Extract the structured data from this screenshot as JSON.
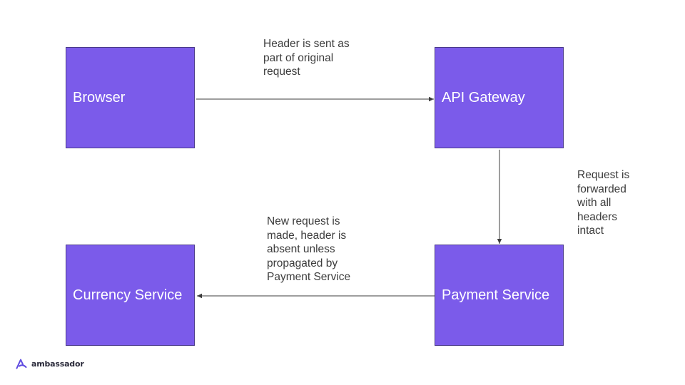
{
  "nodes": {
    "browser": "Browser",
    "gateway": "API Gateway",
    "currency": "Currency Service",
    "payment": "Payment Service"
  },
  "notes": {
    "header_sent": "Header is sent as\npart of original\nrequest",
    "forwarded": "Request is\nforwarded\nwith all\nheaders\nintact",
    "new_request": "New request is\nmade, header is\nabsent unless\npropagated by\nPayment Service"
  },
  "logo": {
    "text": "ambassador"
  },
  "colors": {
    "node_fill": "#7b5bea",
    "node_text": "#ffffff",
    "edge": "#3c3c3c",
    "logo_accent": "#5f4be0"
  }
}
